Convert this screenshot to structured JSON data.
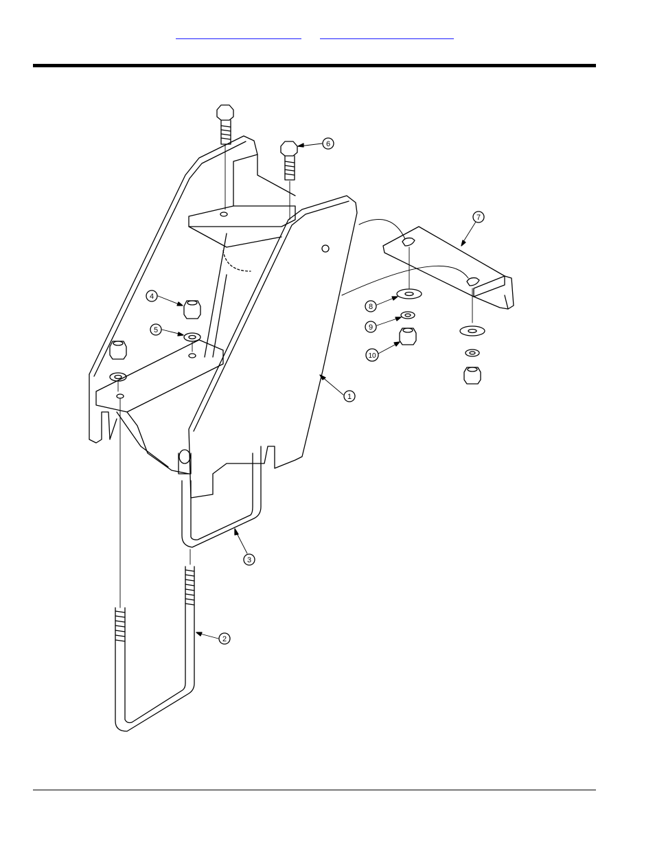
{
  "header": {
    "link_1": "",
    "link_2": ""
  },
  "callouts": [
    "1",
    "2",
    "3",
    "4",
    "5",
    "6",
    "7",
    "8",
    "9",
    "10"
  ],
  "colors": {
    "line": "#000000",
    "link": "#1a1aff"
  }
}
